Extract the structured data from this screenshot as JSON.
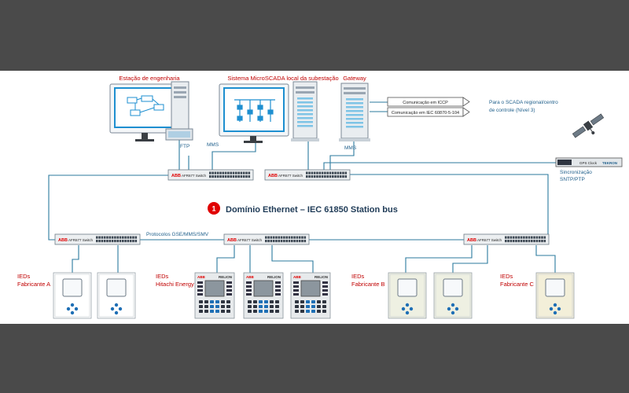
{
  "labels": {
    "eng_station": "Estação de engenharia",
    "scada_local": "Sistema MicroSCADA local da subestação",
    "gateway": "Gateway",
    "iccp": "Comunicação em ICCP",
    "iec104": "Comunicação em IEC 60870-5-104",
    "to_scada_1": "Para o SCADA regional/centro",
    "to_scada_2": "de controle (Nível 3)",
    "ftp": "FTP",
    "mms_left": "MMS",
    "mms_gw": "MMS",
    "sync_1": "Sincronização",
    "sync_2": "SNTP/PTP",
    "gps": "GPS Clock",
    "gps_brand": "TEKRON",
    "domain_num": "1",
    "domain_title": "Domínio Ethernet – IEC 61850 Station bus",
    "protocols": "Protocolos GSE/MMS/SMV",
    "iedA_1": "IEDs",
    "iedA_2": "Fabricante A",
    "iedH_1": "IEDs",
    "iedH_2": "Hitachi Energy",
    "iedB_1": "IEDs",
    "iedB_2": "Fabricante B",
    "iedC_1": "IEDs",
    "iedC_2": "Fabricante C",
    "relion": "RELION"
  },
  "switch": {
    "brand": "ABB",
    "model": "AFR677 Switch"
  },
  "colors": {
    "label_red": "#c00000",
    "label_blue": "#1f5f8b",
    "link": "#2b7a9e",
    "accent_red": "#e00000",
    "screen": "#1e8fd0",
    "cream": "#f3efd9"
  }
}
